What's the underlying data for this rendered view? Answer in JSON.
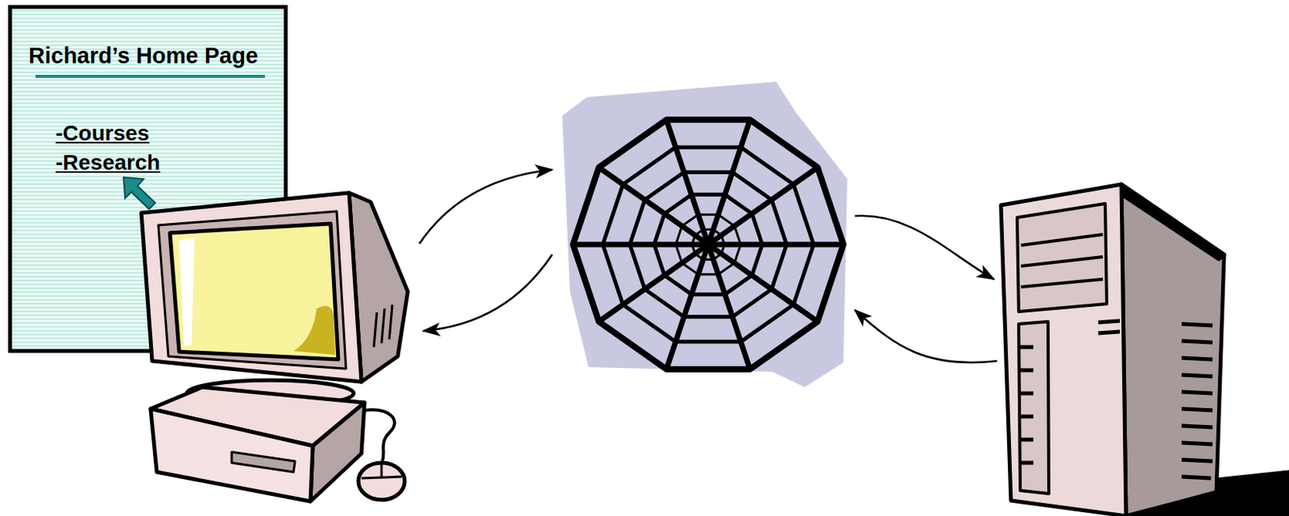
{
  "diagram": {
    "nodes": [
      {
        "text": [
          "Richard’s Home Page",
          "-Courses",
          "-Research"
        ]
      }
    ]
  }
}
